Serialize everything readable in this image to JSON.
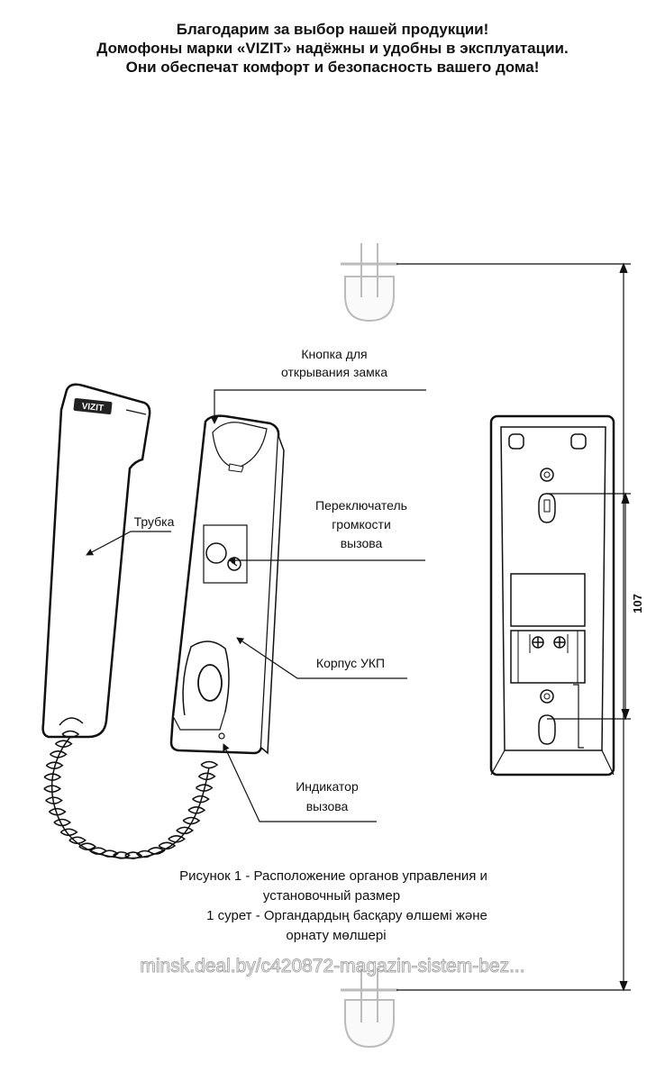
{
  "header": {
    "line1": "Благодарим за выбор нашей продукции!",
    "line2": "Домофоны марки «VIZIT» надёжны и удобны в эксплуатации.",
    "line3": "Они обеспечат комфорт и безопасность вашего дома!"
  },
  "labels": {
    "lock_button_1": "Кнопка для",
    "lock_button_2": "открывания замка",
    "handset": "Трубка",
    "volume_1": "Переключатель",
    "volume_2": "громкости",
    "volume_3": "вызова",
    "body": "Корпус УКП",
    "indicator_1": "Индикатор",
    "indicator_2": "вызова",
    "logo": "VIZIT"
  },
  "dimension": {
    "value": "107"
  },
  "caption": {
    "line1": "Рисунок 1 - Расположение органов управления и",
    "line2": "установочный размер",
    "line3": "1 сурет - Органдардың басқару өлшемі және",
    "line4": "орнату мөлшері"
  },
  "watermark": "minsk.deal.by/c420872-magazin-sistem-bez..."
}
